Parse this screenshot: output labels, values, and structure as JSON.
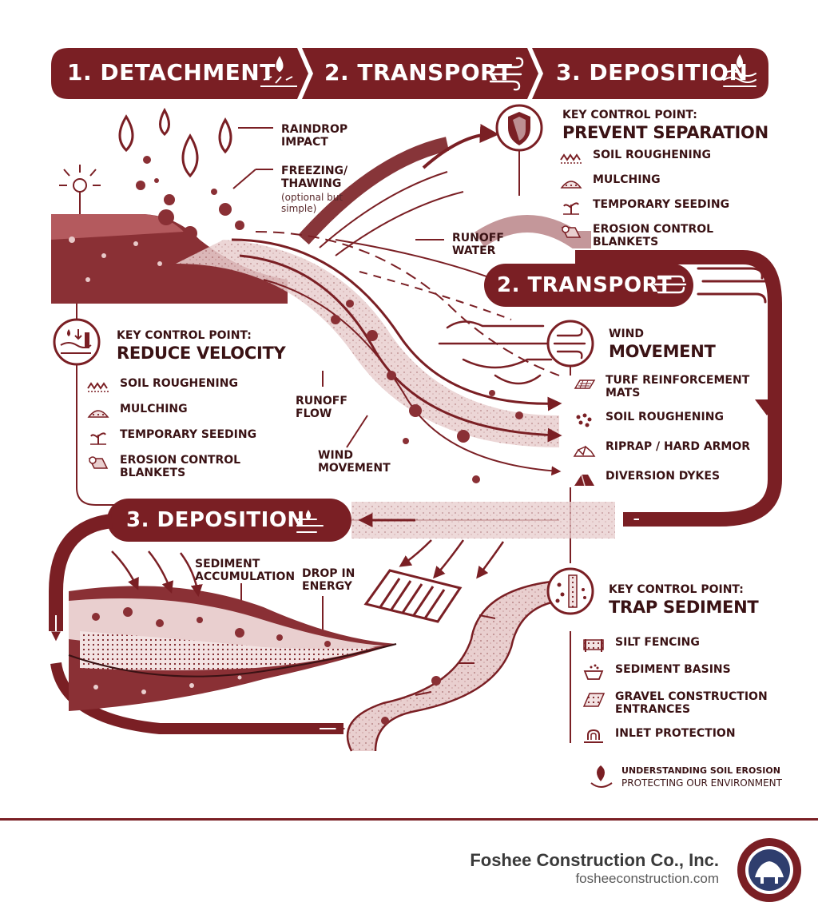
{
  "banner": {
    "step1": "1. DETACHMENT",
    "step2": "2. TRANSPORT",
    "step3": "3. DEPOSITION"
  },
  "stages": {
    "transport": "2. TRANSPORT",
    "deposition": "3. DEPOSITION"
  },
  "labels": {
    "raindrop": "RAINDROP\nIMPACT",
    "freezing": "FREEZING/\nTHAWING",
    "freezing_note": "(optional but\nsimple)",
    "runoff_water": "RUNOFF\nWATER",
    "runoff_flow": "RUNOFF\nFLOW",
    "wind_movement": "WIND\nMOVEMENT",
    "sediment_accumulation": "SEDIMENT\nACCUMULATION",
    "drop_in_energy": "DROP IN\nENERGY"
  },
  "control_points": {
    "prevent": {
      "title": "KEY CONTROL POINT:",
      "name": "PREVENT SEPARATION",
      "items": [
        {
          "label": "SOIL ROUGHENING",
          "icon": "rough-soil-icon"
        },
        {
          "label": "MULCHING",
          "icon": "mulch-icon"
        },
        {
          "label": "TEMPORARY SEEDING",
          "icon": "seedling-icon"
        },
        {
          "label": "EROSION CONTROL\nBLANKETS",
          "icon": "blanket-roll-icon"
        }
      ]
    },
    "reduce": {
      "title": "KEY CONTROL POINT:",
      "name": "REDUCE VELOCITY",
      "items": [
        {
          "label": "SOIL ROUGHENING",
          "icon": "rough-soil-icon"
        },
        {
          "label": "MULCHING",
          "icon": "mulch-icon"
        },
        {
          "label": "TEMPORARY SEEDING",
          "icon": "seedling-icon"
        },
        {
          "label": "EROSION CONTROL\nBLANKETS",
          "icon": "blanket-roll-icon"
        }
      ]
    },
    "wind": {
      "title": "WIND",
      "name": "MOVEMENT",
      "items": [
        {
          "label": "TURF REINFORCEMENT\nMATS",
          "icon": "turf-mat-icon"
        },
        {
          "label": "SOIL ROUGHENING",
          "icon": "dots-icon"
        },
        {
          "label": "RIPRAP / HARD ARMOR",
          "icon": "riprap-icon"
        },
        {
          "label": "DIVERSION DYKES",
          "icon": "dyke-icon"
        }
      ]
    },
    "trap": {
      "title": "KEY CONTROL POINT:",
      "name": "TRAP SEDIMENT",
      "items": [
        {
          "label": "SILT FENCING",
          "icon": "silt-fence-icon"
        },
        {
          "label": "SEDIMENT BASINS",
          "icon": "basin-icon"
        },
        {
          "label": "GRAVEL CONSTRUCTION\nENTRANCES",
          "icon": "gravel-icon"
        },
        {
          "label": "INLET PROTECTION",
          "icon": "inlet-icon"
        }
      ]
    }
  },
  "tagline": {
    "line1": "UNDERSTANDING SOIL EROSION",
    "line2": "PROTECTING OUR ENVIRONMENT"
  },
  "footer": {
    "company": "Foshee Construction Co., Inc.",
    "website": "fosheeconstruction.com"
  },
  "colors": {
    "primary": "#7a1f24",
    "dark": "#3a1214",
    "light": "#e8c9c9"
  }
}
